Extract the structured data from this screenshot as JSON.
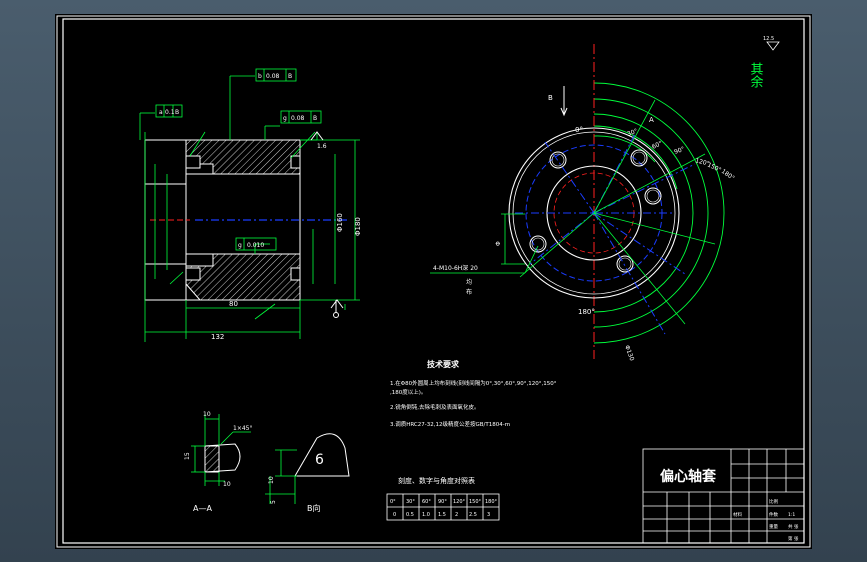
{
  "drawing": {
    "title": "偏心轴套",
    "roughness_note": "其余",
    "roughness_value": "12.5",
    "tech_heading": "技术要求",
    "tech_line1": "1.在Φ80外圆周上均布刻线(刻线间隔为0°,30°,60°,90°,120°,150°",
    "tech_line2": ",180度以上)。",
    "tech_line3": "2.锐角倒钝,去除毛刺及表面氧化皮。",
    "tech_line4": "3.调质HRC27-32,12级精度公差按GB/T1804-m",
    "table_heading": "刻度、数字与角度对照表",
    "table_header": [
      "0°",
      "30°",
      "60°",
      "90°",
      "120°",
      "150°",
      "180°"
    ],
    "table_row": [
      "0",
      "0.5",
      "1.0",
      "1.5",
      "2",
      "2.5",
      "3"
    ],
    "section_aa": "A—A",
    "view_b": "B向",
    "view_b_digit": "6",
    "tol_1": "0.1",
    "tol_1_datum": "B",
    "tol_2": "0.08",
    "tol_2_datum": "B",
    "tol_3": "0.08",
    "tol_3_datum": "B",
    "tol_4": "0.010",
    "dim_80": "80",
    "dim_132": "132",
    "dim_d180": "Φ180",
    "dim_d160": "Φ160",
    "dim_pcd": "Φ130",
    "dim_side": "1.6",
    "thread_note": "4-M10-6H深 20",
    "angle_0": "0°",
    "angle_180": "180°",
    "angle_labels": [
      "30°",
      "60°",
      "90°",
      "120°",
      "150°",
      "180°"
    ],
    "aa_dim_10": "10",
    "aa_dim_15": "15",
    "aa_chamfer": "1×45°",
    "b_dim_5": "5",
    "b_dim_10": "10",
    "b_letter": "B",
    "a_letter": "A",
    "title_block_cells": [
      "比例",
      "件数",
      "重量",
      "材料",
      "1:1",
      "共 张",
      "第 张"
    ]
  },
  "colors": {
    "background": "#000000",
    "frame": "#ffffff",
    "green": "#00ff3c",
    "yellow": "#ffff00",
    "blue": "#1a3cff",
    "red": "#ff2020"
  }
}
